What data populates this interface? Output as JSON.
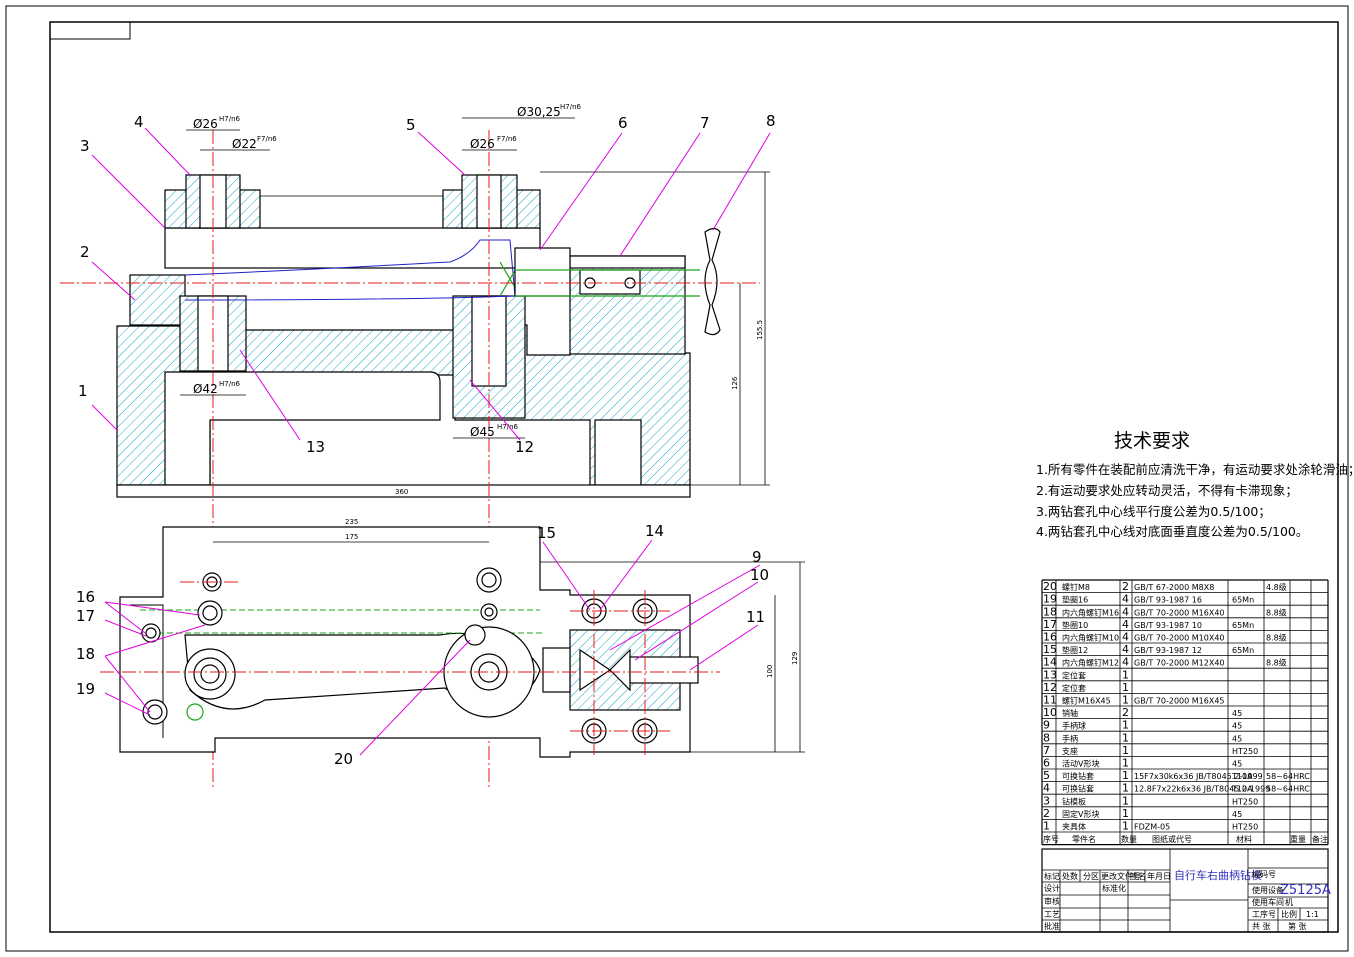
{
  "callouts": [
    {
      "n": "1"
    },
    {
      "n": "2"
    },
    {
      "n": "3"
    },
    {
      "n": "4"
    },
    {
      "n": "5"
    },
    {
      "n": "6"
    },
    {
      "n": "7"
    },
    {
      "n": "8"
    },
    {
      "n": "9"
    },
    {
      "n": "10"
    },
    {
      "n": "11"
    },
    {
      "n": "12"
    },
    {
      "n": "13"
    },
    {
      "n": "14"
    },
    {
      "n": "15"
    },
    {
      "n": "16"
    },
    {
      "n": "17"
    },
    {
      "n": "18"
    },
    {
      "n": "19"
    },
    {
      "n": "20"
    }
  ],
  "dimensions": {
    "fit4": "Ø26",
    "fit4_tol": "H7/n6",
    "fit4b": "Ø22",
    "fit4b_tol": "F7/n6",
    "fit5": "Ø30,25",
    "fit5_tol": "H7/n6",
    "fit5b": "Ø26",
    "fit5b_tol": "F7/n6",
    "fit13": "Ø42",
    "fit13_tol": "H7/n6",
    "fit12": "Ø45",
    "fit12_tol": "H7/n6",
    "width_360": "360",
    "height_155": "155.5",
    "height_126": "126",
    "plan_235": "235",
    "plan_175": "175",
    "plan_129": "129",
    "plan_100": "100"
  },
  "tech_requirements": {
    "title": "技术要求",
    "items": [
      "1.所有零件在装配前应清洗干净，有运动要求处涂轮滑油；",
      "2.有运动要求处应转动灵活，不得有卡滞现象；",
      "3.两钻套孔中心线平行度公差为0.5/100；",
      "4.两钻套孔中心线对底面垂直度公差为0.5/100。"
    ]
  },
  "bom": [
    {
      "no": "20",
      "name": "螺钉M8",
      "qty": "2",
      "std": "GB/T 67-2000 M8X8",
      "mat": "",
      "note": "4.8级"
    },
    {
      "no": "19",
      "name": "垫圈16",
      "qty": "4",
      "std": "GB/T 93-1987  16",
      "mat": "65Mn",
      "note": ""
    },
    {
      "no": "18",
      "name": "内六角螺钉M16",
      "qty": "4",
      "std": "GB/T 70-2000 M16X40",
      "mat": "",
      "note": "8.8级"
    },
    {
      "no": "17",
      "name": "垫圈10",
      "qty": "4",
      "std": "GB/T 93-1987  10",
      "mat": "65Mn",
      "note": ""
    },
    {
      "no": "16",
      "name": "内六角螺钉M10",
      "qty": "4",
      "std": "GB/T 70-2000 M10X40",
      "mat": "",
      "note": "8.8级"
    },
    {
      "no": "15",
      "name": "垫圈12",
      "qty": "4",
      "std": "GB/T 93-1987  12",
      "mat": "65Mn",
      "note": ""
    },
    {
      "no": "14",
      "name": "内六角螺钉M12",
      "qty": "4",
      "std": "GB/T 70-2000 M12X40",
      "mat": "",
      "note": "8.8级"
    },
    {
      "no": "13",
      "name": "定位套",
      "qty": "1",
      "std": "",
      "mat": "",
      "note": ""
    },
    {
      "no": "12",
      "name": "定位套",
      "qty": "1",
      "std": "",
      "mat": "",
      "note": ""
    },
    {
      "no": "11",
      "name": "螺钉M16X45",
      "qty": "1",
      "std": "GB/T 70-2000 M16X45",
      "mat": "",
      "note": ""
    },
    {
      "no": "10",
      "name": "销轴",
      "qty": "2",
      "std": "",
      "mat": "45",
      "note": ""
    },
    {
      "no": "9",
      "name": "手柄球",
      "qty": "1",
      "std": "",
      "mat": "45",
      "note": ""
    },
    {
      "no": "8",
      "name": "手柄",
      "qty": "1",
      "std": "",
      "mat": "45",
      "note": ""
    },
    {
      "no": "7",
      "name": "支座",
      "qty": "1",
      "std": "",
      "mat": "HT250",
      "note": ""
    },
    {
      "no": "6",
      "name": "活动V形块",
      "qty": "1",
      "std": "",
      "mat": "45",
      "note": ""
    },
    {
      "no": "5",
      "name": "可换钻套",
      "qty": "1",
      "std": "15F7x30k6x36 JB/T8045.2-1999",
      "mat": "T10A",
      "note": "58~64HRC"
    },
    {
      "no": "4",
      "name": "可换钻套",
      "qty": "1",
      "std": "12.8F7x22k6x36 JB/T8045.2-1999",
      "mat": "T10A",
      "note": "58~64HRC"
    },
    {
      "no": "3",
      "name": "钻模板",
      "qty": "1",
      "std": "",
      "mat": "HT250",
      "note": ""
    },
    {
      "no": "2",
      "name": "固定V形块",
      "qty": "1",
      "std": "",
      "mat": "45",
      "note": ""
    },
    {
      "no": "1",
      "name": "夹具体",
      "qty": "1",
      "std": "FDZM-05",
      "mat": "HT250",
      "note": ""
    }
  ],
  "bom_header": {
    "no": "序号",
    "name": "零件名",
    "qty": "数量",
    "std": "图纸或代号",
    "mat": "材料",
    "weight": "重量",
    "note": "备注"
  },
  "title_block": {
    "drawing_name": "自行车右曲柄钻模",
    "code_label": "编码号",
    "code": "Z5125A",
    "equip_label": "使用设备",
    "workshop_label": "使用车间",
    "workshop_value": "机",
    "process_label": "工序号",
    "scale_label": "比例",
    "scale": "1:1",
    "sheets_label": "共  张",
    "sheet_label": "第  张",
    "row_labels": [
      "标记",
      "处数",
      "分区",
      "更改文件号",
      "签名",
      "年月日",
      "设计",
      "标准化",
      "审核",
      "工艺",
      "批准"
    ]
  }
}
